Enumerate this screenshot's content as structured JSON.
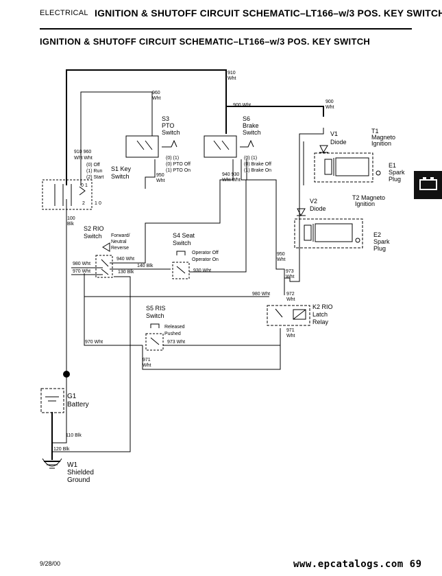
{
  "header": {
    "section": "ELECTRICAL",
    "title": "IGNITION & SHUTOFF CIRCUIT SCHEMATIC–LT166–w/3 POS. KEY SWITCH"
  },
  "document": {
    "title": "IGNITION & SHUTOFF CIRCUIT SCHEMATIC–LT166–w/3 POS. KEY SWITCH"
  },
  "components": {
    "s1": {
      "ref": "S1 Key",
      "name": "Switch",
      "pos0": "(0) Off",
      "pos1": "(1) Run",
      "pos2": "(2) Start",
      "t0": "0",
      "t1": "1",
      "t2": "2",
      "t1b": "1",
      "t0b": "0"
    },
    "s3": {
      "ref": "S3",
      "name1": "PTO",
      "name2": "Switch",
      "pos0": "(0)  (1)",
      "off": "(0) PTO Off",
      "on": "(1) PTO On"
    },
    "s6": {
      "ref": "S6",
      "name1": "Brake",
      "name2": "Switch",
      "pos0": "(0)  (1)",
      "off": "(0) Brake Off",
      "on": "(1) Brake On"
    },
    "s2": {
      "ref": "S2 RIO",
      "name": "Switch",
      "fwd": "Forward/",
      "neu": "Neutral",
      "rev": "Reverse"
    },
    "s4": {
      "ref": "S4 Seat",
      "name": "Switch",
      "off": "Operator Off",
      "on": "Operator On"
    },
    "s5": {
      "ref": "S5 RIS",
      "name": "Switch",
      "rel": "Released",
      "push": "Pushed"
    },
    "k2": {
      "ref": "K2 RIO",
      "name1": "Latch",
      "name2": "Relay"
    },
    "t1": {
      "ref": "T1",
      "name1": "Magneto",
      "name2": "Ignition"
    },
    "t2": {
      "ref": "T2 Magneto",
      "name2": "Ignition"
    },
    "v1": {
      "ref": "V1",
      "name": "Diode"
    },
    "v2": {
      "ref": "V2",
      "name": "Diode"
    },
    "e1": {
      "ref": "E1",
      "name1": "Spark",
      "name2": "Plug"
    },
    "e2": {
      "ref": "E2",
      "name1": "Spark",
      "name2": "Plug"
    },
    "g1": {
      "ref": "G1",
      "name": "Battery"
    },
    "w1": {
      "ref": "W1",
      "name1": "Shielded",
      "name2": "Ground"
    }
  },
  "wires": {
    "w910": "910",
    "w910c": "Wht",
    "w960": "960",
    "w960c": "Wht",
    "w900": "900 Wht",
    "w900b": "900",
    "w900bc": "Wht",
    "w910b": "910 960",
    "w910bc": "Wht Wht",
    "w950": "950",
    "w950c": "Wht",
    "w940": "940 930",
    "w940c": "Wht Wht",
    "w100": "100",
    "w100c": "Blk",
    "w940s": "940 Wht",
    "w980": "980 Wht",
    "w140": "140 Blk",
    "w970": "970 Wht",
    "w130": "130 Blk",
    "w930": "930 Wht",
    "w950b": "950",
    "w950bc": "Wht",
    "w973": "973",
    "w973c": "Wht",
    "w980b": "980 Wht",
    "w972": "972",
    "w972c": "Wht",
    "w971": "971",
    "w971c": "Wht",
    "w970b": "970 Wht",
    "w973b": "973 Wht",
    "w971b": "971",
    "w971bc": "Wht",
    "w110": "110 Blk",
    "w120": "120 Blk"
  },
  "footer": {
    "date": "9/28/00",
    "url": "www.epcatalogs.com",
    "page": "69"
  }
}
